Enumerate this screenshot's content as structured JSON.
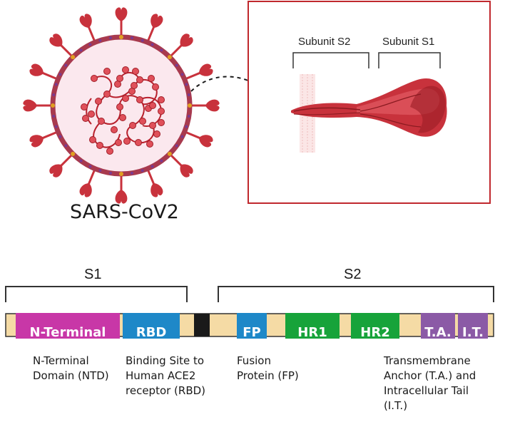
{
  "virus_label": "SARS-CoV2",
  "spike_labels": {
    "s2": "Subunit S2",
    "s1": "Subunit S1"
  },
  "groups": {
    "s1": "S1",
    "s2": "S2"
  },
  "domains": {
    "n_terminal": {
      "label": "N-Terminal",
      "color": "#c837a7"
    },
    "rbd": {
      "label": "RBD",
      "color": "#1e88c8"
    },
    "fp": {
      "label": "FP",
      "color": "#1e88c8"
    },
    "hr1": {
      "label": "HR1",
      "color": "#17a33a"
    },
    "hr2": {
      "label": "HR2",
      "color": "#17a33a"
    },
    "ta": {
      "label": "T.A.",
      "color": "#8b5aa6"
    },
    "it": {
      "label": "I.T.",
      "color": "#8b5aa6"
    }
  },
  "descriptions": {
    "ntd": "N-Terminal\nDomain (NTD)",
    "rbd": "Binding Site to\nHuman ACE2\nreceptor (RBD)",
    "fp": "Fusion\nProtein (FP)",
    "ta_it": "Transmembrane\nAnchor (T.A.) and\nIntracellular Tail\n(I.T.)"
  },
  "colors": {
    "virus_red": "#c8323c",
    "envelope_fill": "#fbe8ee",
    "panel_border": "#c0282d",
    "track": "#f5dba5",
    "linker": "#1a1a1a"
  }
}
